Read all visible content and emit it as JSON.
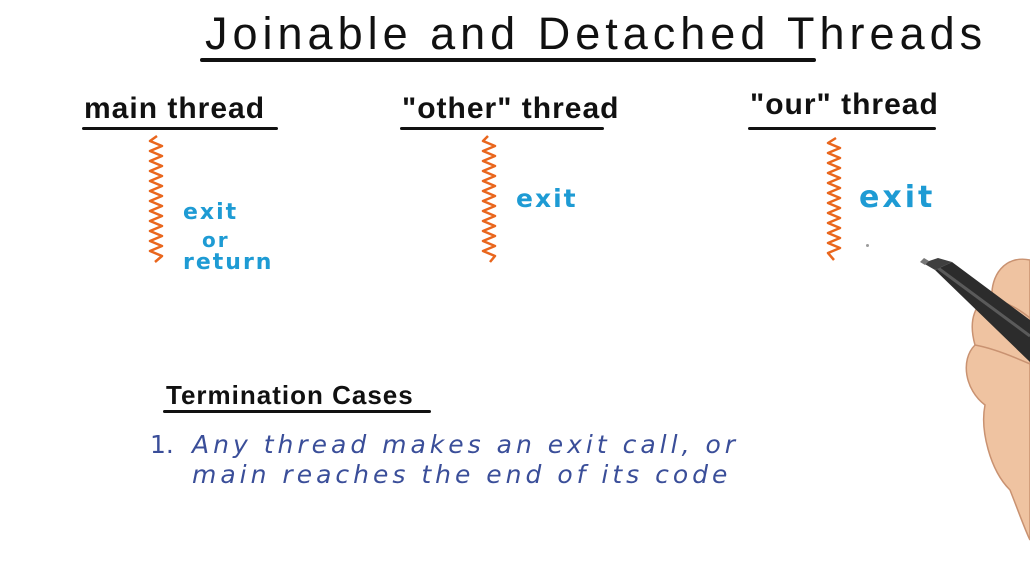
{
  "title": "Joinable and Detached Threads",
  "threads": [
    {
      "label": "main thread",
      "events": [
        "exit",
        "or",
        "return"
      ]
    },
    {
      "label": "\"other\" thread",
      "events": [
        "exit"
      ]
    },
    {
      "label": "\"our\" thread",
      "events": [
        "exit"
      ]
    }
  ],
  "termination": {
    "heading": "Termination Cases",
    "cases": [
      {
        "number": "1.",
        "line1": "Any thread makes an exit call, or",
        "line2": "main reaches the end of its code"
      }
    ]
  },
  "colors": {
    "thread_line": "#e9661d",
    "event_text": "#1e9bd4",
    "case_text": "#3a4e99",
    "ink": "#111111"
  },
  "icons": {
    "pen": "marker-pen-icon",
    "hand": "hand-icon"
  }
}
